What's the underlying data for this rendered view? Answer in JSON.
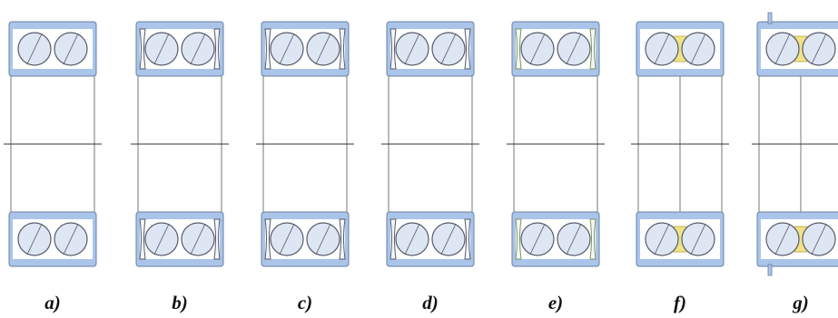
{
  "colors": {
    "ring_fill": "#aac4ea",
    "ring_stroke": "#6a7f9e",
    "ball_fill": "#dfe6f3",
    "ball_stroke": "#555c6a",
    "seal_fill": "#f4f6fa",
    "cage_yellow": "#efe287",
    "line": "#555555",
    "centerline": "#333333"
  },
  "variants": [
    {
      "label": "a)",
      "seal": "none",
      "cage": "none",
      "snap": false
    },
    {
      "label": "b)",
      "seal": "shield",
      "cage": "none",
      "snap": false
    },
    {
      "label": "c)",
      "seal": "contact",
      "cage": "none",
      "snap": false
    },
    {
      "label": "d)",
      "seal": "lip",
      "cage": "none",
      "snap": false
    },
    {
      "label": "e)",
      "seal": "contact-green",
      "cage": "none",
      "snap": false
    },
    {
      "label": "f)",
      "seal": "none",
      "cage": "yellow",
      "snap": false
    },
    {
      "label": "g)",
      "seal": "none",
      "cage": "yellow",
      "snap": true
    }
  ]
}
